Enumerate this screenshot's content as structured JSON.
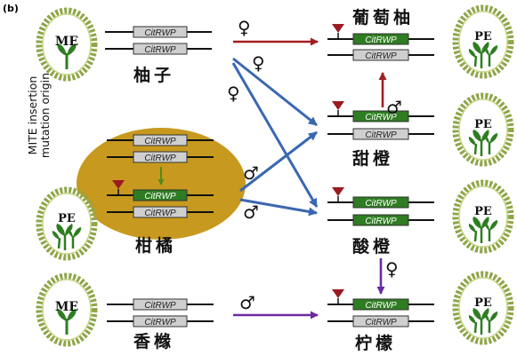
{
  "panel_label": "(b)",
  "gene_label": "CitRWP",
  "phenotypes": {
    "me": "ME",
    "pe": "PE"
  },
  "side_label": {
    "line1": "MITE insertion",
    "line2": "mutation origin"
  },
  "species": {
    "pomelo": "柚子",
    "mandarin": "柑橘",
    "citron": "香橼",
    "grapefruit": "葡萄柚",
    "sweet_orange": "甜橙",
    "sour_orange": "酸橙",
    "lemon": "柠檬"
  },
  "symbols": {
    "female": "♀",
    "male": "♂"
  },
  "colors": {
    "red_arrow": "#a11e22",
    "blue_arrow": "#3a67b2",
    "purple_arrow": "#6b2aa0",
    "green_arrow": "#4f8a1e",
    "mite": "#9b1b22",
    "mutant_gene": "#2f7d22",
    "wild_gene": "#cfcfcf",
    "mandarin_ellipse": "#c49412",
    "seed_ring": "#8fa64a",
    "seedling": "#2f7d22"
  }
}
